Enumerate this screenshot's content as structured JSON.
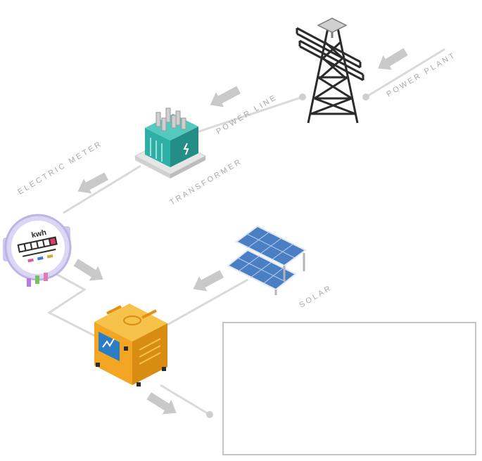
{
  "labels": {
    "power_plant": "POWER PLANT",
    "power_line": "POWER LINE",
    "transformer": "TRANSFORMER",
    "electric_meter": "ELECTRIC METER",
    "solar": "SOLAR"
  },
  "meter": {
    "unit": "kwh"
  },
  "colors": {
    "connector_line": "#d9d9d9",
    "arrow": "#c9c9c9",
    "label_text": "#a8a8a8",
    "transformer_teal": "#2fb0a6",
    "generator_orange": "#f2a623",
    "solar_blue": "#4a7fc4",
    "tower_dark": "#2b2b2b",
    "meter_lavender": "#dcd6f5",
    "box_border": "#c4c4c4"
  }
}
